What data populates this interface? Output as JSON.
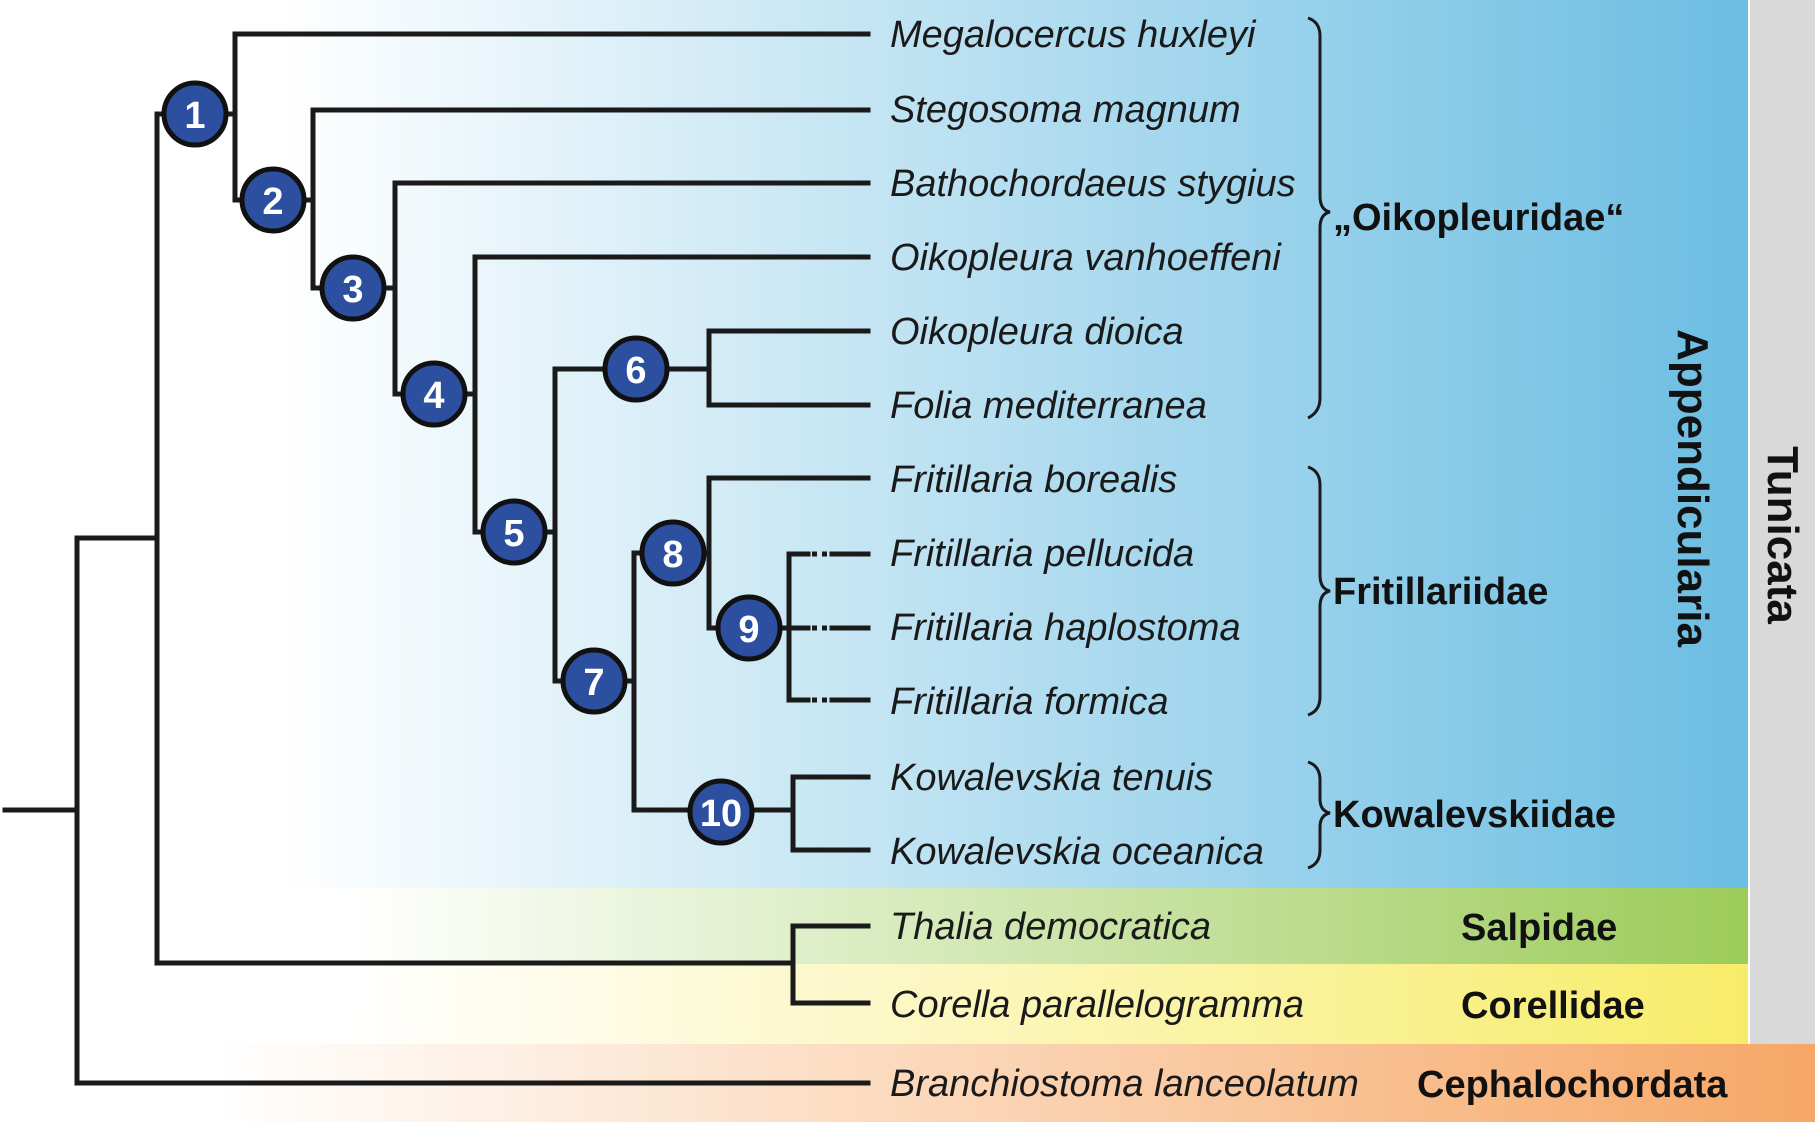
{
  "colors": {
    "appendicularia": "#6bbde2",
    "appendicularia_light": "#ffffff",
    "salpidae": "#9ccc5a",
    "corellidae": "#f7ec6a",
    "cephalochordata": "#f6a766",
    "tunicata": "#d9d9d9",
    "node_fill": "#2d4f9f",
    "node_stroke": "#111111"
  },
  "taxa": [
    {
      "name": "Megalocercus huxleyi"
    },
    {
      "name": "Stegosoma magnum"
    },
    {
      "name": "Bathochordaeus stygius"
    },
    {
      "name": "Oikopleura vanhoeffeni"
    },
    {
      "name": "Oikopleura dioica"
    },
    {
      "name": "Folia mediterranea"
    },
    {
      "name": "Fritillaria borealis"
    },
    {
      "name": "Fritillaria pellucida"
    },
    {
      "name": "Fritillaria haplostoma"
    },
    {
      "name": "Fritillaria formica"
    },
    {
      "name": "Kowalevskia tenuis"
    },
    {
      "name": "Kowalevskia oceanica"
    },
    {
      "name": "Thalia democratica"
    },
    {
      "name": "Corella parallelogramma"
    },
    {
      "name": "Branchiostoma lanceolatum"
    }
  ],
  "families": [
    {
      "label": "„Oikopleuridae“"
    },
    {
      "label": "Fritillariidae"
    },
    {
      "label": "Kowalevskiidae"
    },
    {
      "label": "Salpidae"
    },
    {
      "label": "Corellidae"
    },
    {
      "label": "Cephalochordata"
    }
  ],
  "clades": {
    "appendicularia": "Appendicularia",
    "tunicata": "Tunicata"
  },
  "nodes": [
    {
      "num": "1"
    },
    {
      "num": "2"
    },
    {
      "num": "3"
    },
    {
      "num": "4"
    },
    {
      "num": "5"
    },
    {
      "num": "6"
    },
    {
      "num": "7"
    },
    {
      "num": "8"
    },
    {
      "num": "9"
    },
    {
      "num": "10"
    }
  ]
}
